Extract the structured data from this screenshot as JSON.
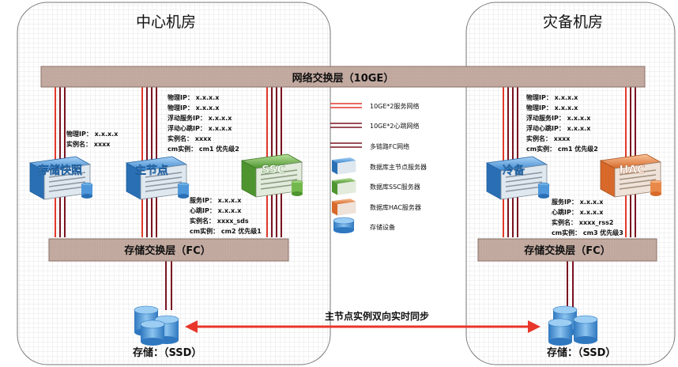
{
  "rooms": {
    "center_title": "中心机房",
    "dr_title": "灾备机房"
  },
  "network_layer": {
    "label": "网络交换层（10GE）"
  },
  "storage_switch": {
    "center_label": "存储交换层（FC）",
    "dr_label": "存储交换层（FC）"
  },
  "servers": {
    "snapshot": {
      "label": "存储快照"
    },
    "master": {
      "label": "主节点"
    },
    "ssc": {
      "label": "SSC"
    },
    "cold": {
      "label": "冷备"
    },
    "hac": {
      "label": "HAC"
    }
  },
  "info": {
    "snapshot": {
      "line1": "物理IP： x.x.x.x",
      "line2": "实例名： xxxx"
    },
    "master": {
      "line1": "物理IP： x.x.x.x",
      "line2": "物理IP： x.x.x.x",
      "line3": "浮动服务IP： x.x.x.x",
      "line4": "浮动心跳IP： x.x.x.x",
      "line5": "实例名： xxxx",
      "line6": "cm实例： cm1 优先级2"
    },
    "ssc": {
      "line1": "服务IP： x.x.x.x",
      "line2": "心跳IP： x.x.x.x",
      "line3": "实例名： xxxx_sds",
      "line4": "cm实例： cm2 优先级1"
    },
    "cold": {
      "line1": "物理IP： x.x.x.x",
      "line2": "物理IP： x.x.x.x",
      "line3": "浮动服务IP： x.x.x.x",
      "line4": "浮动心跳IP： x.x.x.x",
      "line5": "实例名： xxxx",
      "line6": "cm实例： cm1 优先级2"
    },
    "hac": {
      "line1": "服务IP： x.x.x.x",
      "line2": "心跳IP： x.x.x.x",
      "line3": "实例名： xxxx_rss2",
      "line4": "cm实例： cm3 优先级3"
    }
  },
  "legend": {
    "service_net": "10GE*2服务网络",
    "heartbeat_net": "10GE*2心跳网络",
    "fc_net": "多链路FC网络",
    "master_server": "数据库主节点服务器",
    "ssc_server": "数据库SSC服务器",
    "hac_server": "数据库HAC服务器",
    "storage_device": "存储设备"
  },
  "storage": {
    "center_label": "存储：（SSD）",
    "dr_label": "存储：（SSD）"
  },
  "sync": {
    "label": "主节点实例双向实时同步"
  },
  "colors": {
    "service_line": "#e2392a",
    "heartbeat_line": "#7a1420",
    "fc_line": "#7a1420",
    "blue_server": "#3c8fd6",
    "green_server": "#63a63a",
    "orange_server": "#e07a33",
    "switch_fill": "#bba39a",
    "sync_arrow": "#e8362a"
  },
  "icons": {
    "server": "server-rack-icon",
    "storage": "storage-cylinder-icon"
  }
}
